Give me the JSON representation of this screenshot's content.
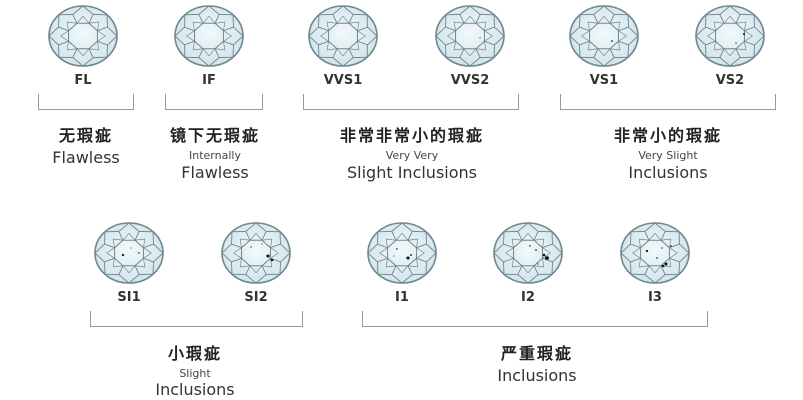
{
  "grades_row1": [
    {
      "label": "FL"
    },
    {
      "label": "IF"
    },
    {
      "label": "VVS1"
    },
    {
      "label": "VVS2"
    },
    {
      "label": "VS1"
    },
    {
      "label": "VS2"
    }
  ],
  "grades_row2": [
    {
      "label": "SI1"
    },
    {
      "label": "SI2"
    },
    {
      "label": "I1"
    },
    {
      "label": "I2"
    },
    {
      "label": "I3"
    }
  ],
  "groups": {
    "fl": {
      "cn": "无瑕疵",
      "en_small": "",
      "en_large": "Flawless"
    },
    "if": {
      "cn": "镜下无瑕疵",
      "en_small": "Internally",
      "en_large": "Flawless"
    },
    "vvs": {
      "cn": "非常非常小的瑕疵",
      "en_small": "Very Very",
      "en_large": "Slight Inclusions"
    },
    "vs": {
      "cn": "非常小的瑕疵",
      "en_small": "Very Slight",
      "en_large": "Inclusions"
    },
    "si": {
      "cn": "小瑕疵",
      "en_small": "Slight",
      "en_large": "Inclusions"
    },
    "i": {
      "cn": "严重瑕疵",
      "en_small": "",
      "en_large": "Inclusions"
    }
  },
  "colors": {
    "gem_fill": "#cfe3ea",
    "gem_stroke": "#6f8790",
    "inclusion": "#111111",
    "bracket": "#999999"
  }
}
